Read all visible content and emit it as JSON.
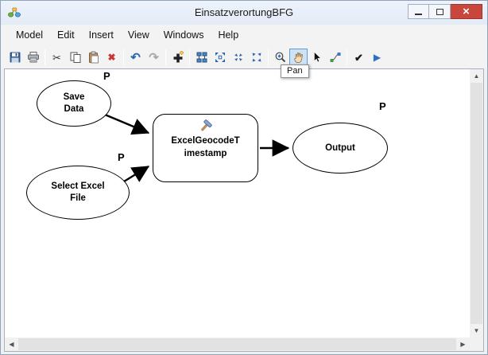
{
  "window": {
    "title": "EinsatzverortungBFG"
  },
  "menu": {
    "items": [
      "Model",
      "Edit",
      "Insert",
      "View",
      "Windows",
      "Help"
    ]
  },
  "toolbar": {
    "icons": [
      "save",
      "print",
      "cut",
      "copy",
      "paste",
      "delete",
      "undo",
      "redo",
      "add-data",
      "auto-layout",
      "full-extent",
      "fixed-zoom-in",
      "fixed-zoom-out",
      "zoom",
      "pan",
      "select",
      "connect",
      "validate",
      "run"
    ],
    "active_tool": "pan",
    "tooltip": "Pan"
  },
  "canvas": {
    "nodes": [
      {
        "type": "variable",
        "label": "Save Data",
        "param": "P"
      },
      {
        "type": "variable",
        "label": "Select Excel File",
        "param": "P"
      },
      {
        "type": "tool",
        "label_lines": [
          "ExcelGeocodeT",
          "imestamp"
        ]
      },
      {
        "type": "output",
        "label": "Output",
        "param": "P"
      }
    ],
    "connections": [
      {
        "from": "Save Data",
        "to": "ExcelGeocodeTimestamp"
      },
      {
        "from": "Select Excel File",
        "to": "ExcelGeocodeTimestamp"
      },
      {
        "from": "ExcelGeocodeTimestamp",
        "to": "Output"
      }
    ],
    "colors": {
      "node_fill": "#ffffff",
      "node_border": "#000000"
    }
  }
}
